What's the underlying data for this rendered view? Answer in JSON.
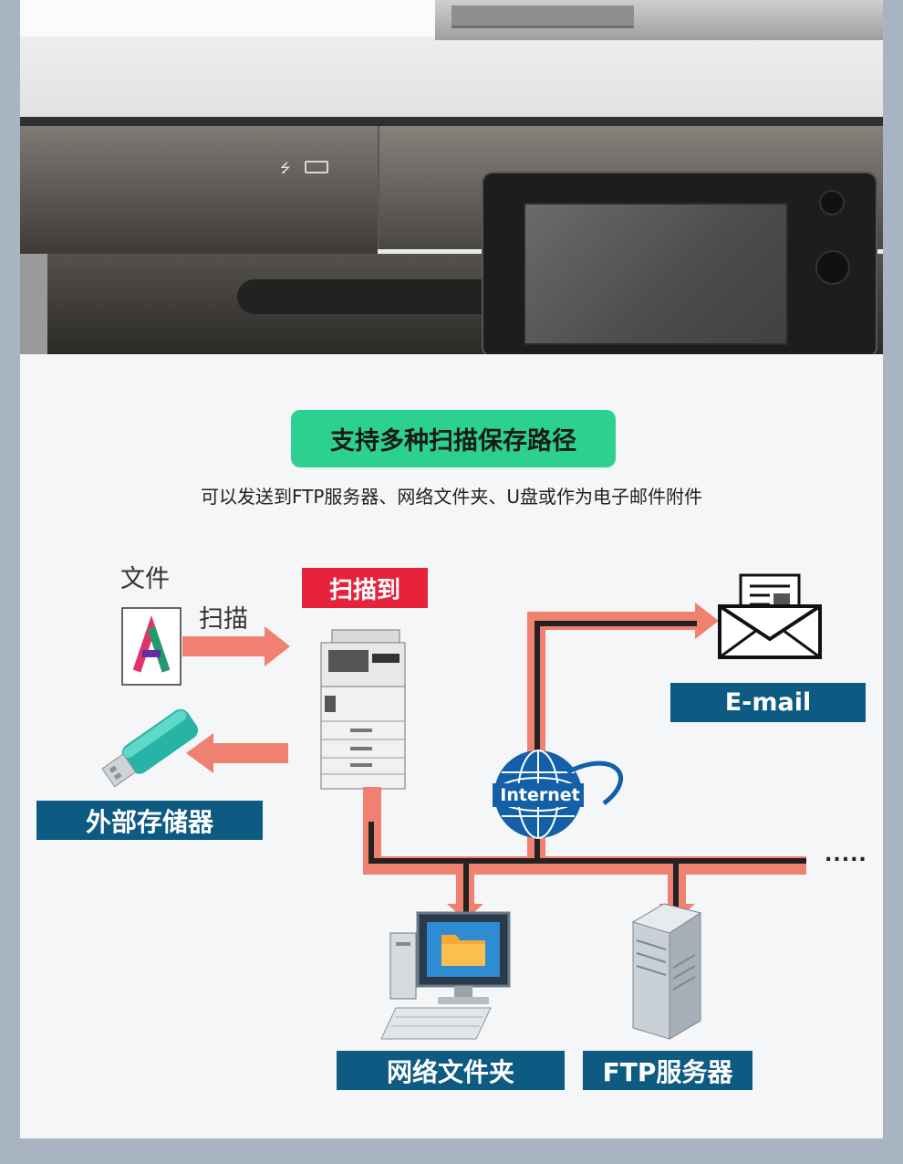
{
  "banner": {
    "title": "支持多种扫描保存路径"
  },
  "subtitle": "可以发送到FTP服务器、网络文件夹、U盘或作为电子邮件附件",
  "diagram": {
    "document_label": "文件",
    "scan_label": "扫描",
    "scan_to_label": "扫描到",
    "document_letter": "A",
    "internet_label": "Internet",
    "email_label": "E-mail",
    "external_storage_label": "外部存储器",
    "network_folder_label": "网络文件夹",
    "ftp_server_label": "FTP服务器",
    "more_indicator": "....."
  },
  "colors": {
    "banner_green": "#2cd190",
    "scan_to_red": "#e6223c",
    "label_navy": "#0d5a82",
    "arrow_salmon": "#f08070",
    "line_dark": "#222222"
  },
  "icons": [
    "usb-port-icon",
    "document-a-icon",
    "usb-drive-icon",
    "printer-icon",
    "internet-globe-icon",
    "email-envelope-icon",
    "desktop-computer-icon",
    "server-tower-icon",
    "folder-icon"
  ]
}
